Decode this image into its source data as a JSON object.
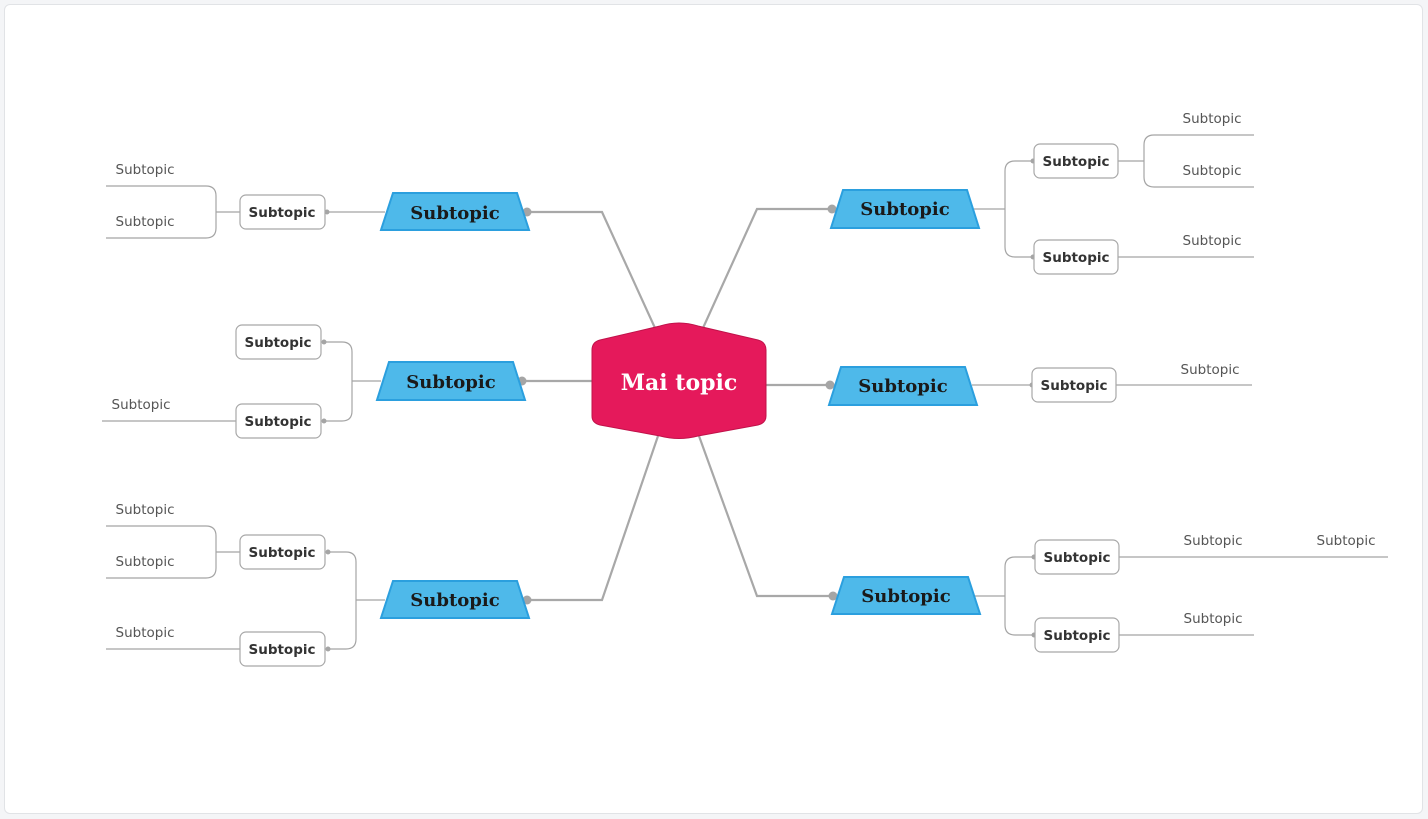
{
  "colors": {
    "center_fill": "#e5195b",
    "main_fill": "#4eb9ea",
    "main_stroke": "#2b9fde",
    "connector": "#a8a8a8",
    "canvas_bg": "#ffffff"
  },
  "center": {
    "label": "Mai topic"
  },
  "branches": [
    {
      "label": "Subtopic",
      "children": [
        {
          "label": "Subtopic",
          "children": [
            "Subtopic",
            "Subtopic"
          ]
        }
      ]
    },
    {
      "label": "Subtopic",
      "children": [
        {
          "label": "Subtopic",
          "children": []
        },
        {
          "label": "Subtopic",
          "children": [
            "Subtopic"
          ]
        }
      ]
    },
    {
      "label": "Subtopic",
      "children": [
        {
          "label": "Subtopic",
          "children": [
            "Subtopic",
            "Subtopic"
          ]
        },
        {
          "label": "Subtopic",
          "children": [
            "Subtopic"
          ]
        }
      ]
    },
    {
      "label": "Subtopic",
      "children": [
        {
          "label": "Subtopic",
          "children": [
            "Subtopic",
            "Subtopic"
          ]
        },
        {
          "label": "Subtopic",
          "children": [
            "Subtopic"
          ]
        }
      ]
    },
    {
      "label": "Subtopic",
      "children": [
        {
          "label": "Subtopic",
          "children": [
            "Subtopic"
          ]
        }
      ]
    },
    {
      "label": "Subtopic",
      "children": [
        {
          "label": "Subtopic",
          "children": [
            "Subtopic",
            "Subtopic"
          ]
        },
        {
          "label": "Subtopic",
          "children": [
            "Subtopic"
          ]
        }
      ]
    }
  ]
}
